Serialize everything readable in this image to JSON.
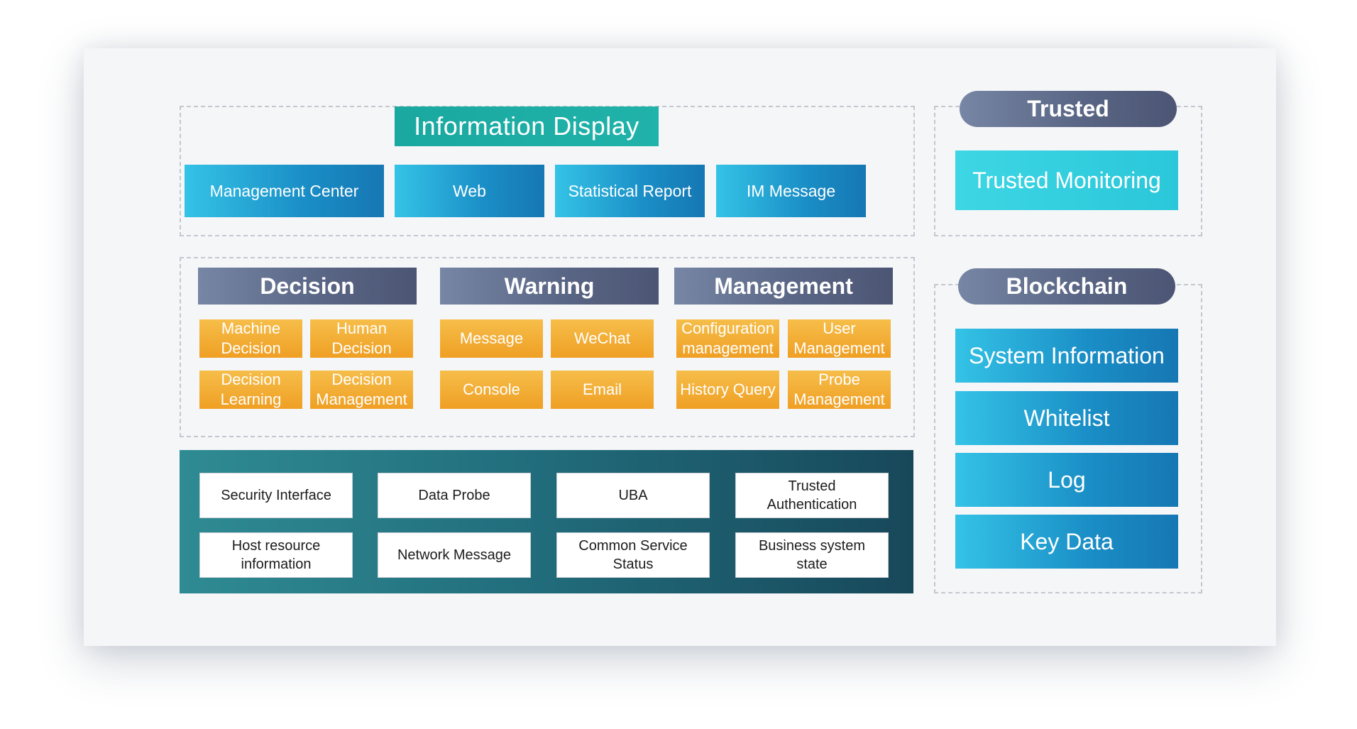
{
  "information_display": {
    "title": "Information Display",
    "items": [
      "Management Center",
      "Web",
      "Statistical Report",
      "IM Message"
    ]
  },
  "decision": {
    "title": "Decision",
    "items": [
      "Machine Decision",
      "Human Decision",
      "Decision Learning",
      "Decision Management"
    ]
  },
  "warning": {
    "title": "Warning",
    "items": [
      "Message",
      "WeChat",
      "Console",
      "Email"
    ]
  },
  "management": {
    "title": "Management",
    "items": [
      "Configuration management",
      "User Management",
      "History Query",
      "Probe Management"
    ]
  },
  "data_layer": {
    "items": [
      "Security Interface",
      "Data Probe",
      "UBA",
      "Trusted Authentication",
      "Host resource information",
      "Network Message",
      "Common Service Status",
      "Business system state"
    ]
  },
  "trusted": {
    "title": "Trusted",
    "items": [
      "Trusted Monitoring"
    ]
  },
  "blockchain": {
    "title": "Blockchain",
    "items": [
      "System Information",
      "Whitelist",
      "Log",
      "Key Data"
    ]
  },
  "colors": {
    "teal_title": "#1aa8a0",
    "blue_box": "#1a8ec6",
    "cyan_box": "#2ac7da",
    "slate_header": "#5a6685",
    "orange_box": "#ef9f24",
    "panel": "#226f7e"
  }
}
